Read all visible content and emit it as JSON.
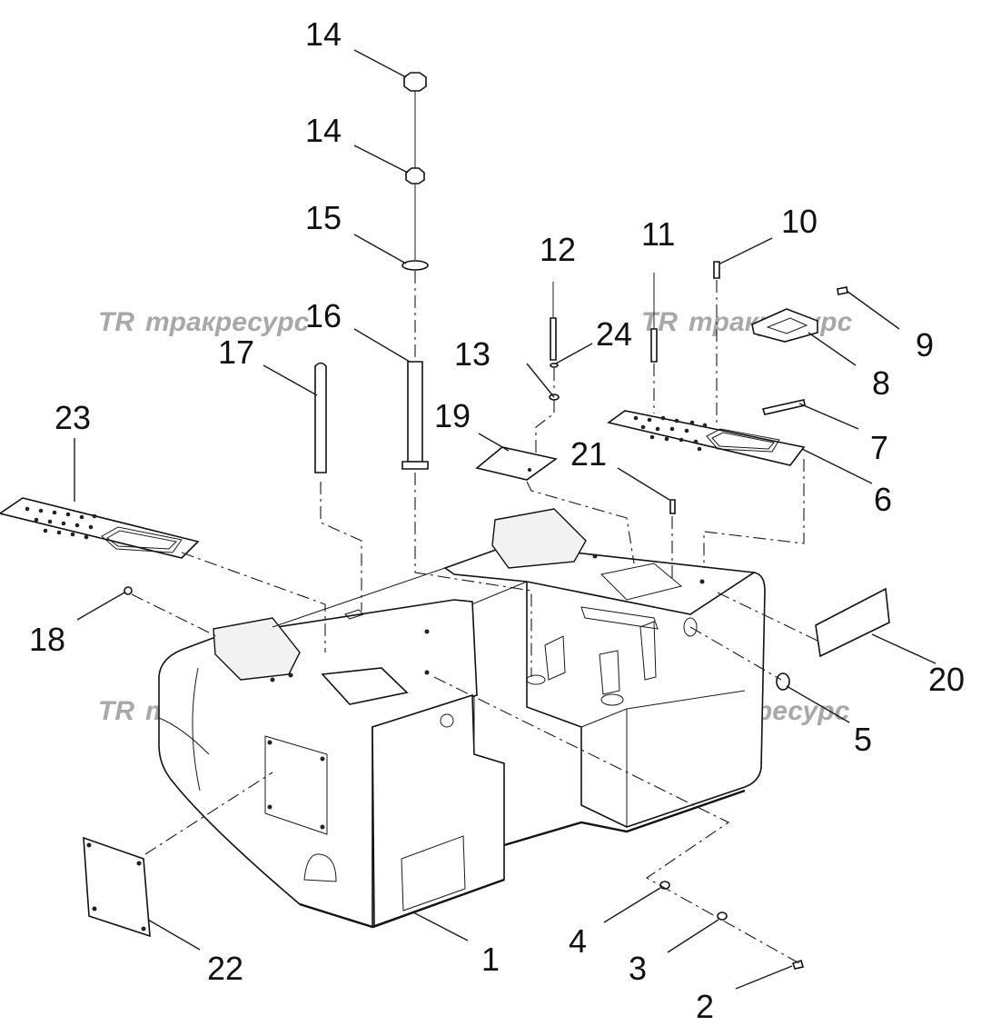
{
  "diagram": {
    "callouts": [
      {
        "id": "c14a",
        "text": "14"
      },
      {
        "id": "c14b",
        "text": "14"
      },
      {
        "id": "c15",
        "text": "15"
      },
      {
        "id": "c16",
        "text": "16"
      },
      {
        "id": "c17",
        "text": "17"
      },
      {
        "id": "c12",
        "text": "12"
      },
      {
        "id": "c11",
        "text": "11"
      },
      {
        "id": "c10",
        "text": "10"
      },
      {
        "id": "c9",
        "text": "9"
      },
      {
        "id": "c8",
        "text": "8"
      },
      {
        "id": "c24",
        "text": "24"
      },
      {
        "id": "c13",
        "text": "13"
      },
      {
        "id": "c19",
        "text": "19"
      },
      {
        "id": "c21",
        "text": "21"
      },
      {
        "id": "c7",
        "text": "7"
      },
      {
        "id": "c6",
        "text": "6"
      },
      {
        "id": "c23",
        "text": "23"
      },
      {
        "id": "c18",
        "text": "18"
      },
      {
        "id": "c20",
        "text": "20"
      },
      {
        "id": "c5",
        "text": "5"
      },
      {
        "id": "c22",
        "text": "22"
      },
      {
        "id": "c1",
        "text": "1"
      },
      {
        "id": "c4",
        "text": "4"
      },
      {
        "id": "c3",
        "text": "3"
      },
      {
        "id": "c2",
        "text": "2"
      }
    ],
    "watermark": "тракресурс",
    "watermark_logo": "TR"
  }
}
